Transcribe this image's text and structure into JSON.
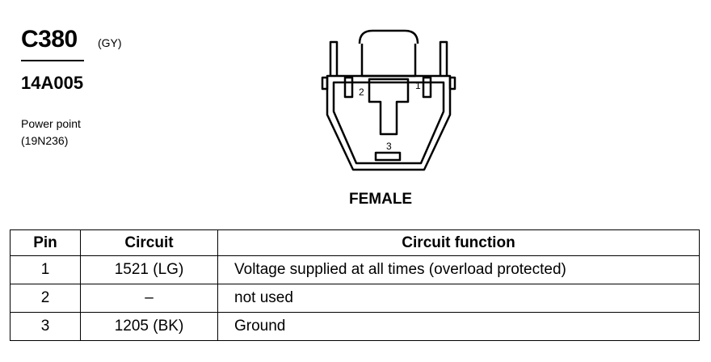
{
  "connector": {
    "id": "C380",
    "color_code": "(GY)",
    "part_number": "14A005",
    "description_line1": "Power point",
    "description_line2": "(19N236)"
  },
  "diagram": {
    "pin_labels": [
      "1",
      "2",
      "3"
    ],
    "gender": "FEMALE"
  },
  "table": {
    "headers": [
      "Pin",
      "Circuit",
      "Circuit function"
    ],
    "rows": [
      {
        "pin": "1",
        "circuit": "1521 (LG)",
        "function": "Voltage supplied at all times (overload protected)"
      },
      {
        "pin": "2",
        "circuit": "–",
        "function": "not used"
      },
      {
        "pin": "3",
        "circuit": "1205 (BK)",
        "function": "Ground"
      }
    ]
  }
}
